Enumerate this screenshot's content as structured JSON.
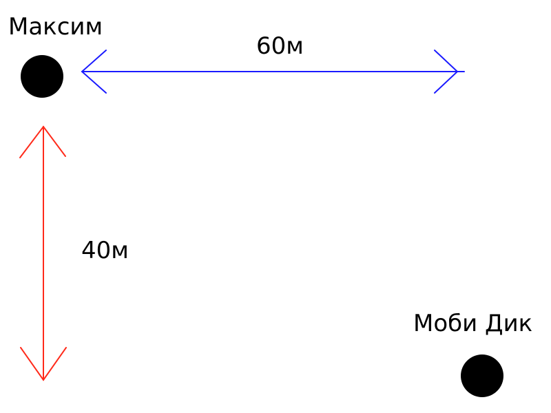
{
  "points": {
    "maksim": {
      "label": "Максим"
    },
    "moby_dick": {
      "label": "Моби Дик"
    }
  },
  "distances": {
    "horizontal": {
      "label": "60м",
      "color": "#1a1aff"
    },
    "vertical": {
      "label": "40м",
      "color": "#ff2a1a"
    }
  },
  "colors": {
    "point": "#000000",
    "text": "#000000",
    "background": "#ffffff"
  }
}
